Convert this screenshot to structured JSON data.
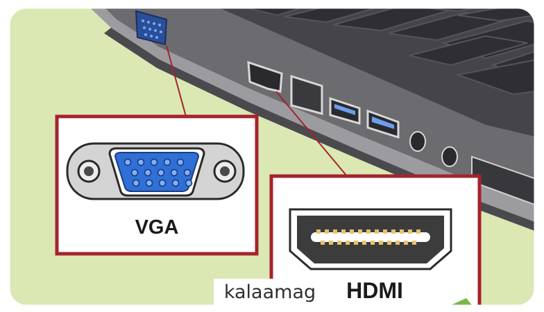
{
  "labels": {
    "vga": "VGA",
    "hdmi": "HDMI"
  },
  "watermark": {
    "text": "kalaamag",
    "highlight_color": "#7ab648"
  },
  "colors": {
    "background": "#dbe8b3",
    "highlight_border": "#a4232e",
    "vga_connector": "#2f6fd6",
    "laptop_body": "#5e5e62"
  }
}
